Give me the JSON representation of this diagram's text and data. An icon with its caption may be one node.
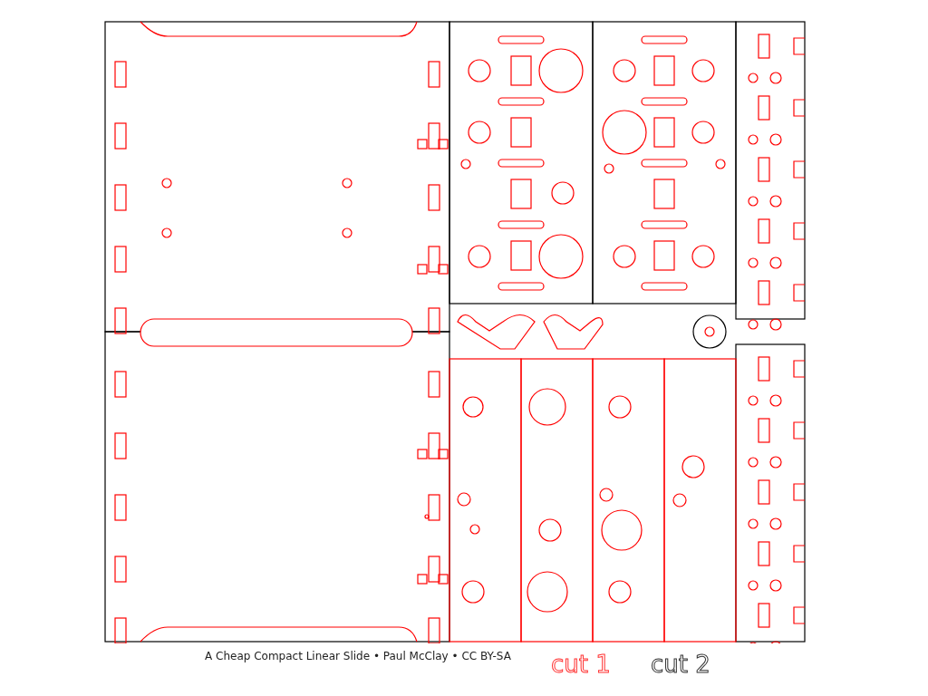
{
  "diagram": {
    "labels": [
      "A Cheap Compact Linear Slide • Paul McClay • CC BY-SA",
      "cut 1",
      "cut 2"
    ]
  }
}
